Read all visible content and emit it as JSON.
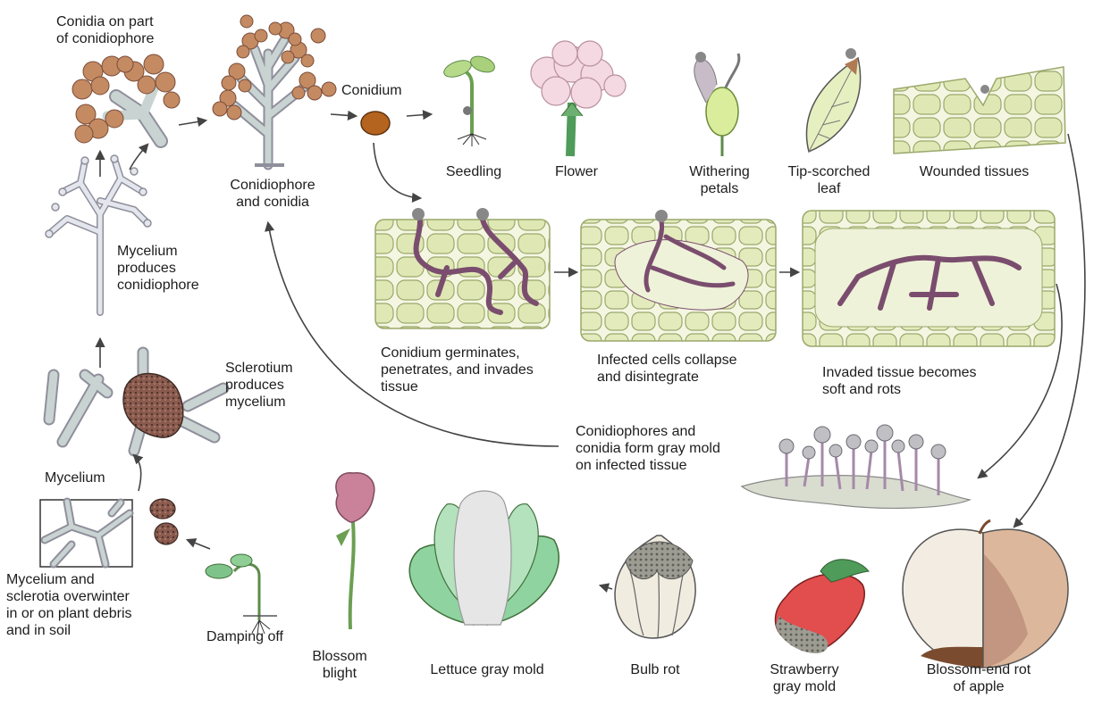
{
  "colors": {
    "hypha": "#bcbcc8",
    "hypha_edge": "#8f8f9c",
    "conidia": "#c48a62",
    "cell": "#dfe8b4",
    "cell_edge": "#9aa86b",
    "rot_hypha": "#7a4d6e",
    "leaf_green": "#6fbf80",
    "rose": "#c9829a",
    "arrow": "#444444"
  },
  "labels": {
    "conidia_on_part": "Conidia on part\nof conidiophore",
    "conidium": "Conidium",
    "conidiophore_and_conidia": "Conidiophore\nand conidia",
    "mycelium_produces_conidiophore": "Mycelium\nproduces\nconidiophore",
    "sclerotium_produces_mycelium": "Sclerotium\nproduces\nmycelium",
    "mycelium": "Mycelium",
    "mycelium_and_sclerotia": "Mycelium and\nsclerotia overwinter\nin or on plant debris\nand in soil",
    "damping_off": "Damping off",
    "seedling": "Seedling",
    "flower": "Flower",
    "withering_petals": "Withering\npetals",
    "tip_scorched_leaf": "Tip-scorched\nleaf",
    "wounded_tissues": "Wounded tissues",
    "conidium_germinates": "Conidium germinates,\npenetrates, and invades\ntissue",
    "infected_cells": "Infected cells collapse\nand disintegrate",
    "invaded_tissue": "Invaded tissue becomes\nsoft and rots",
    "gray_mold": "Conidiophores and\nconidia form gray mold\non infected tissue",
    "blossom_blight": "Blossom\nblight",
    "lettuce_gray_mold": "Lettuce gray mold",
    "bulb_rot": "Bulb rot",
    "strawberry_gray_mold": "Strawberry\ngray mold",
    "blossom_end_rot": "Blossom-end rot\nof apple"
  }
}
